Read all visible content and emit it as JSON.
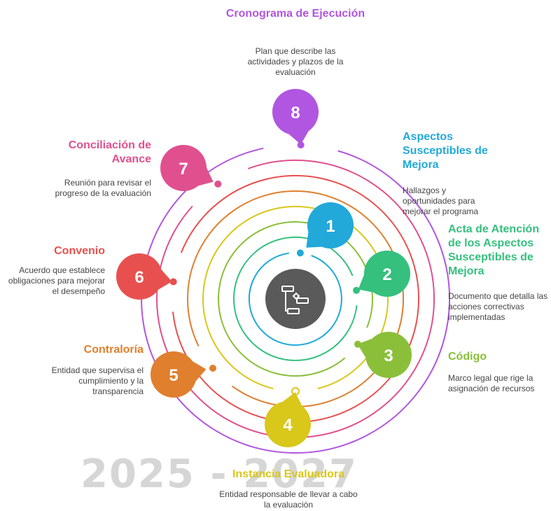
{
  "watermark": "2025 - 2027",
  "center_icon": "gantt-chart-icon",
  "steps": [
    {
      "n": "1",
      "title": "Aspectos Susceptibles de Mejora",
      "desc": "Hallazgos y oportunidades para mejorar el programa",
      "color": "#22A9D9"
    },
    {
      "n": "2",
      "title": "Acta de Atención de los Aspectos Susceptibles de Mejora",
      "desc": "Documento que detalla las acciones correctivas implementadas",
      "color": "#35C07E"
    },
    {
      "n": "3",
      "title": "Código",
      "desc": "Marco legal que rige la asignación de recursos",
      "color": "#8BBF3A"
    },
    {
      "n": "4",
      "title": "Instancia Evaluadora",
      "desc": "Entidad responsable de llevar a cabo la evaluación",
      "color": "#D9C71A"
    },
    {
      "n": "5",
      "title": "Contraloría",
      "desc": "Entidad que supervisa el cumplimiento y la transparencia",
      "color": "#E07F2E"
    },
    {
      "n": "6",
      "title": "Convenio",
      "desc": "Acuerdo que establece obligaciones para mejorar el desempeño",
      "color": "#E8504F"
    },
    {
      "n": "7",
      "title": "Conciliación de Avance",
      "desc": "Reunión para revisar el progreso de la evaluación",
      "color": "#E0508F"
    },
    {
      "n": "8",
      "title": "Cronograma de Ejecución",
      "desc": "Plan que describe las actividades y plazos de la evaluación",
      "color": "#B156E0"
    }
  ]
}
